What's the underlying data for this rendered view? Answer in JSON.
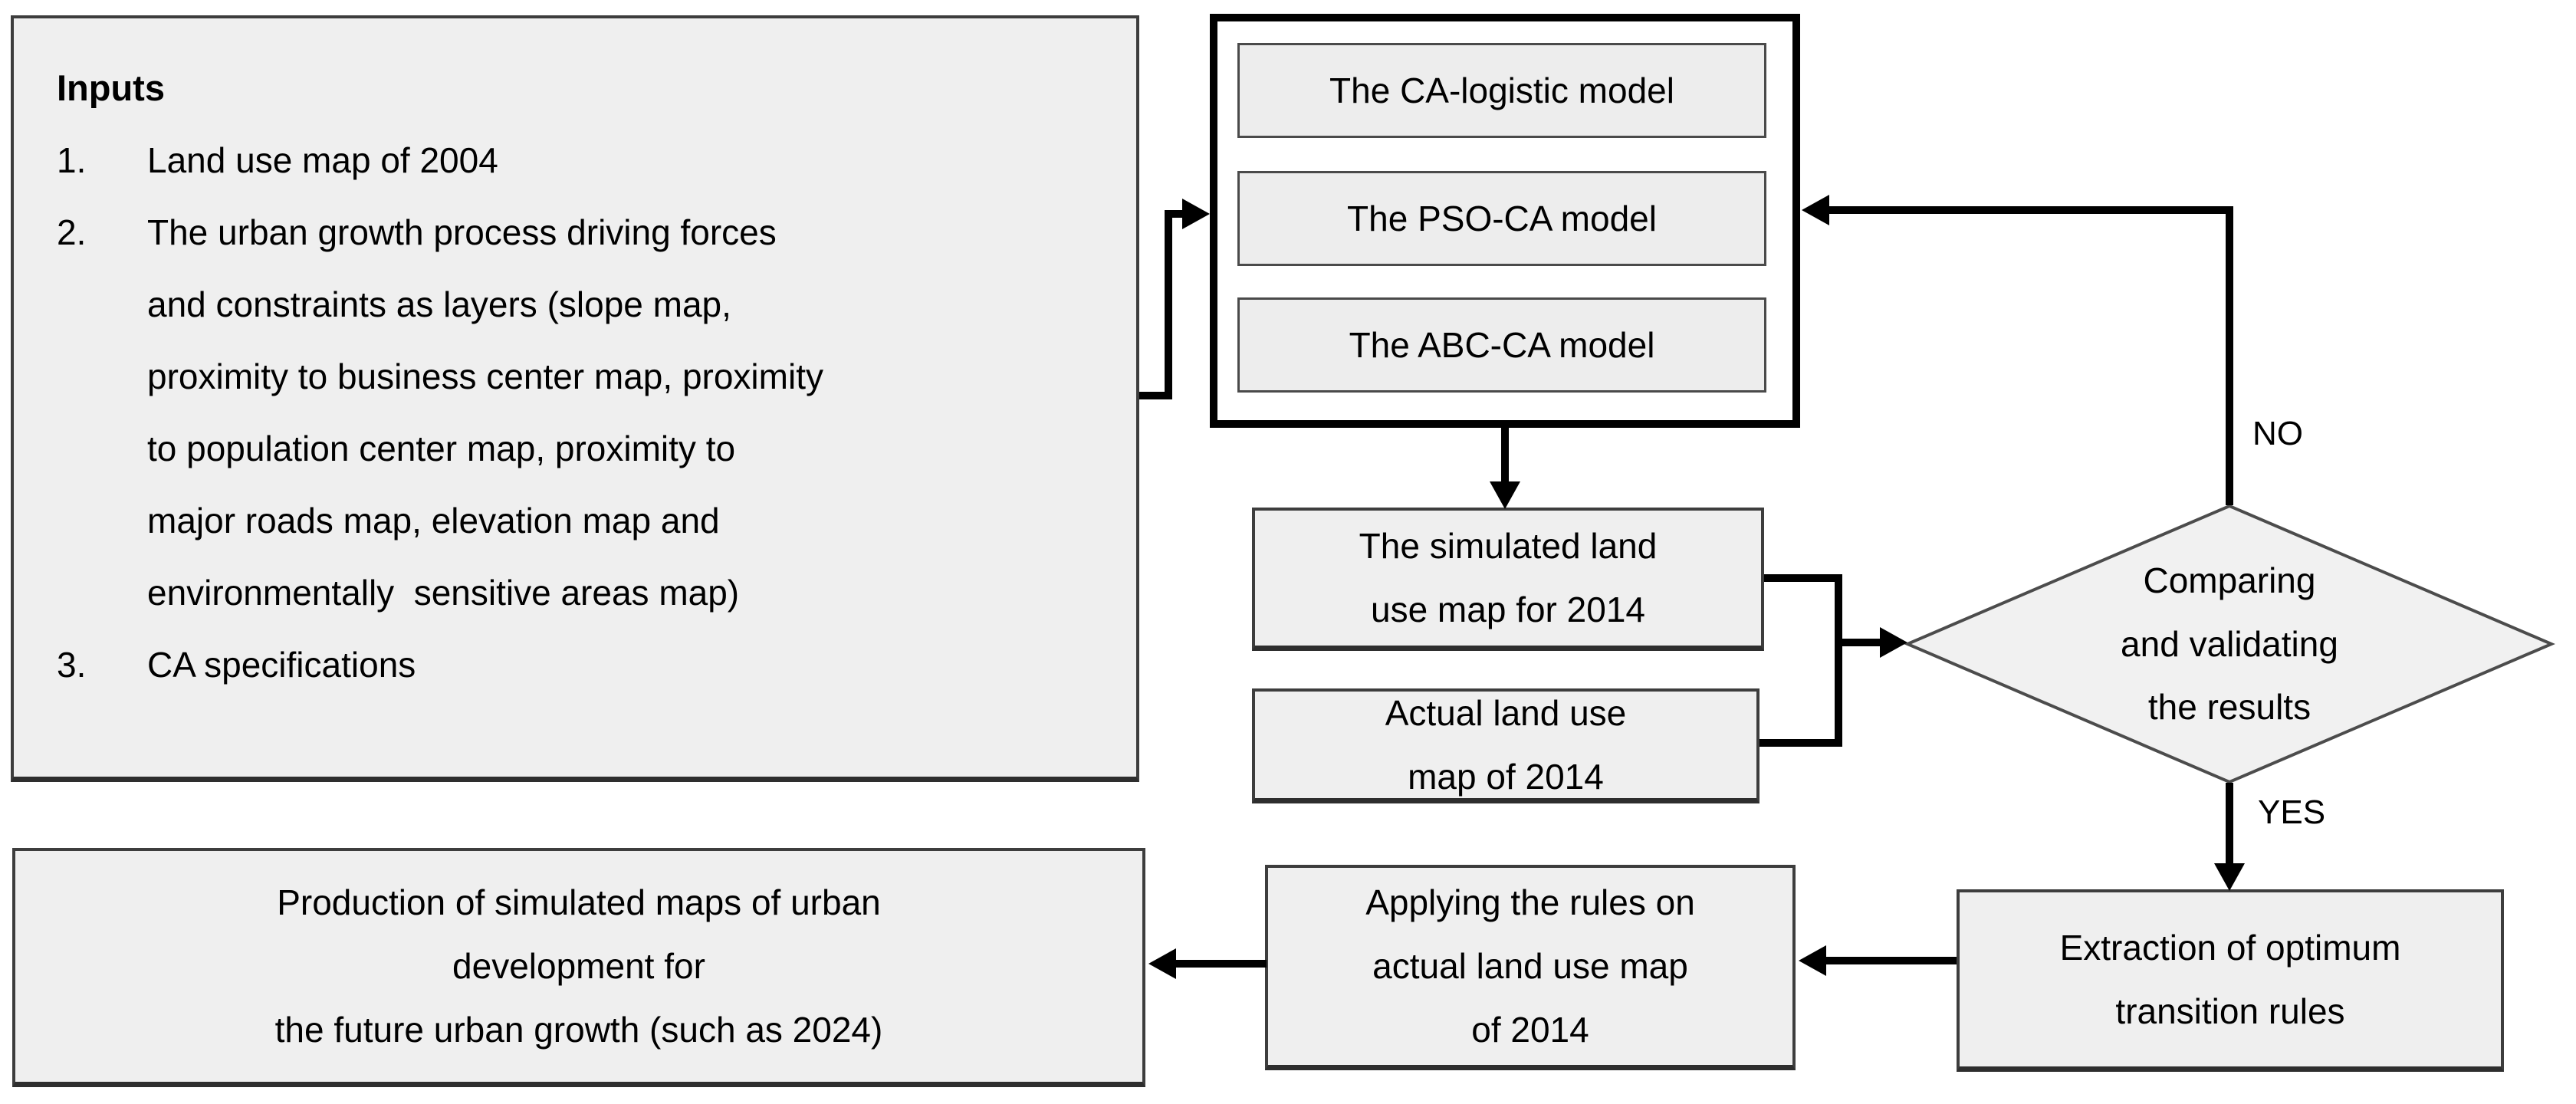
{
  "colors": {
    "background": "#ffffff",
    "box_fill": "#efefef",
    "box_border": "#3d3d3d",
    "container_border": "#000000",
    "diamond_fill": "#f1f1f1",
    "diamond_border": "#4c4c4c",
    "line": "#000000",
    "text": "#000000"
  },
  "inputs": {
    "title": "Inputs",
    "items": [
      {
        "num": "1.",
        "text": "Land use map of 2004"
      },
      {
        "num": "2.",
        "text": "The urban growth process driving forces\nand constraints as layers (slope map,\nproximity to business center map, proximity\nto population center map, proximity to\nmajor roads map, elevation map and\nenvironmentally  sensitive areas map)"
      },
      {
        "num": "3.",
        "text": "CA specifications"
      }
    ]
  },
  "models": {
    "boxes": [
      "The CA-logistic model",
      "The PSO-CA model",
      "The ABC-CA model"
    ]
  },
  "comparison": {
    "simulated": "The simulated land\nuse map for 2014",
    "actual": "Actual land use\nmap of 2014"
  },
  "decision": {
    "label": "Comparing\nand validating\nthe results",
    "no": "NO",
    "yes": "YES"
  },
  "outputs": {
    "extraction": "Extraction of optimum\ntransition rules",
    "applying": "Applying the rules on\nactual land use map\nof 2014",
    "production": "Production of simulated maps of urban\ndevelopment for\nthe future urban growth (such as 2024)"
  }
}
